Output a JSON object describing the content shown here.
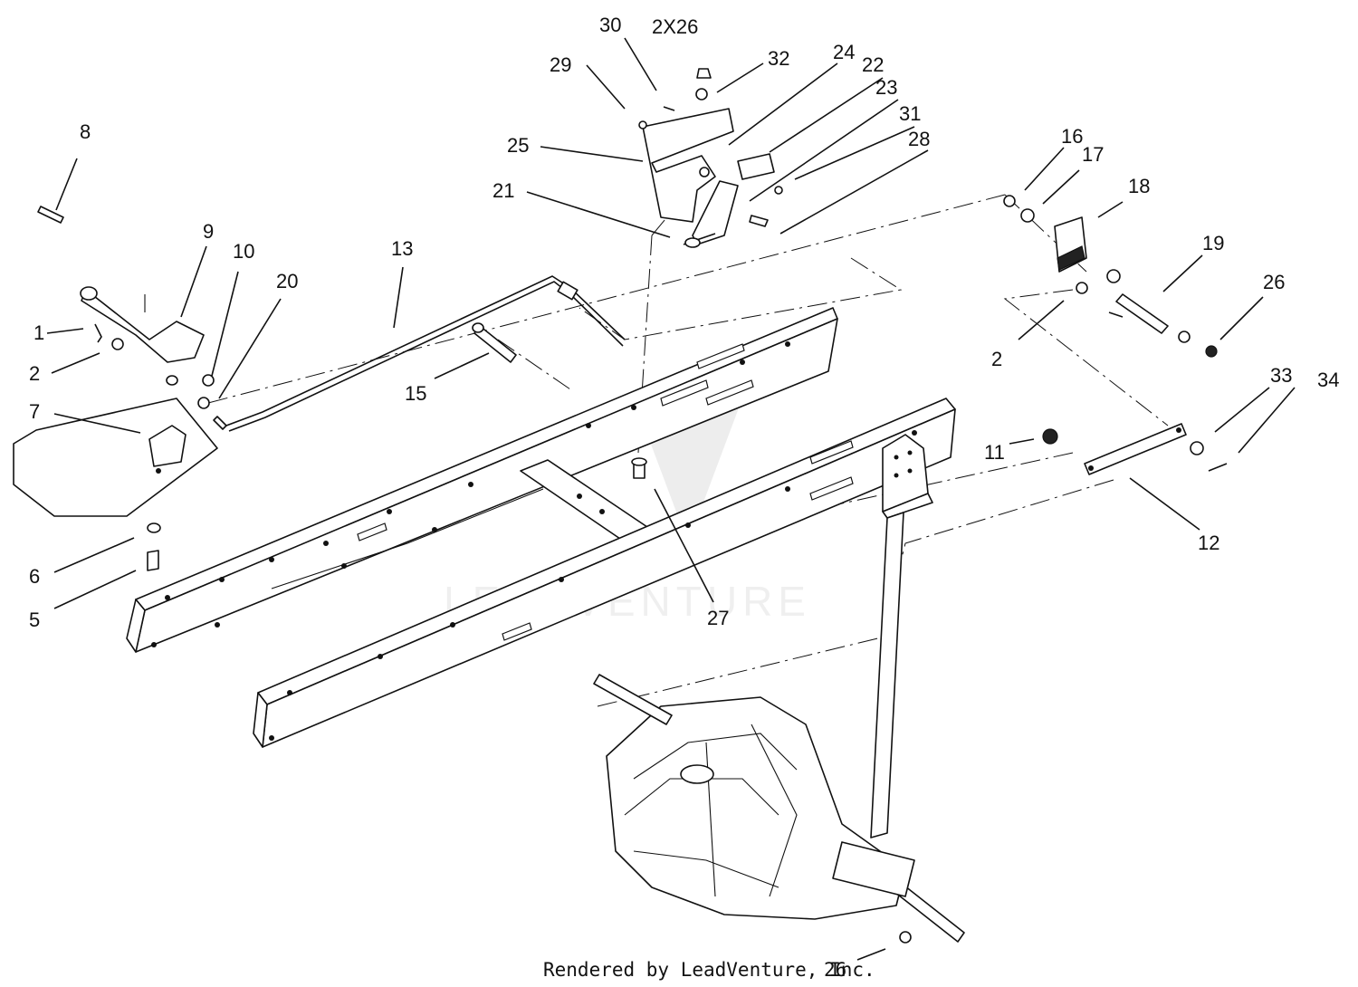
{
  "diagram": {
    "callouts": [
      "1",
      "2",
      "5",
      "6",
      "7",
      "8",
      "9",
      "10",
      "20",
      "13",
      "15",
      "21",
      "25",
      "29",
      "30",
      "2X26",
      "32",
      "24",
      "22",
      "23",
      "31",
      "28",
      "16",
      "17",
      "18",
      "19",
      "2",
      "26",
      "11",
      "12",
      "33",
      "34",
      "27",
      "26"
    ],
    "footer_text": "Rendered by LeadVenture, Inc.",
    "footer_callout": "26",
    "watermark": "LEADVENTURE"
  }
}
